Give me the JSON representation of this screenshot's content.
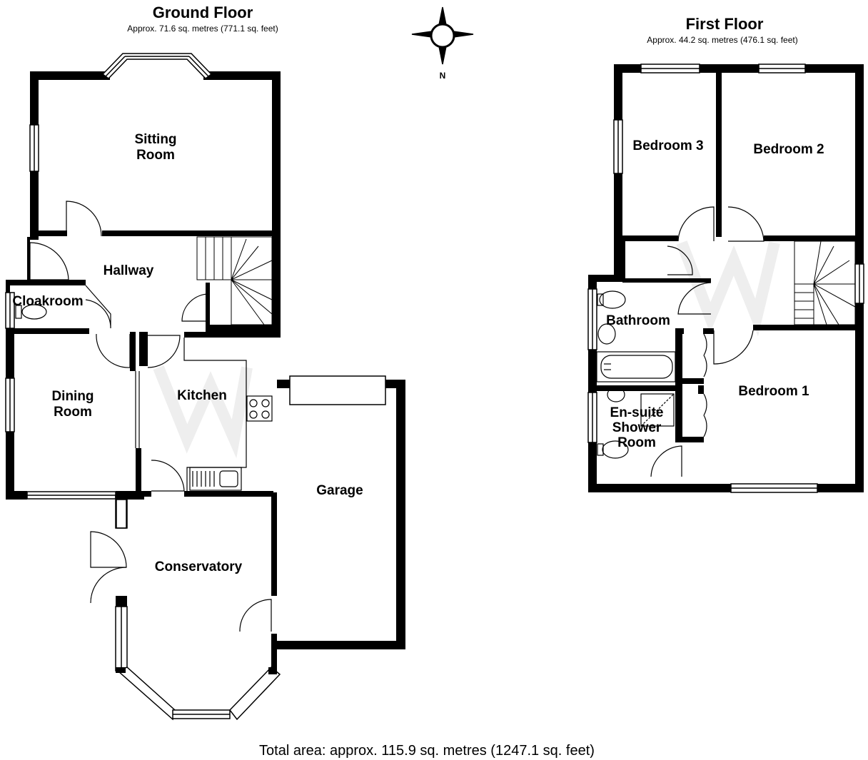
{
  "ground_floor": {
    "title": "Ground Floor",
    "area": "Approx. 71.6 sq. metres (771.1 sq. feet)",
    "rooms": {
      "sitting_1": "Sitting",
      "sitting_2": "Room",
      "hallway": "Hallway",
      "cloakroom": "Cloakroom",
      "dining_1": "Dining",
      "dining_2": "Room",
      "kitchen": "Kitchen",
      "garage": "Garage",
      "conservatory": "Conservatory"
    }
  },
  "first_floor": {
    "title": "First Floor",
    "area": "Approx. 44.2 sq. metres (476.1 sq. feet)",
    "rooms": {
      "bedroom3": "Bedroom 3",
      "bedroom2": "Bedroom 2",
      "bathroom": "Bathroom",
      "bedroom1": "Bedroom 1",
      "ensuite_1": "En-suite",
      "ensuite_2": "Shower",
      "ensuite_3": "Room"
    }
  },
  "compass": {
    "north": "N"
  },
  "total_area": "Total area: approx. 115.9 sq. metres (1247.1 sq. feet)",
  "colors": {
    "wall": "#000000",
    "window": "#ffffff",
    "watermark": "#eeeeee"
  }
}
